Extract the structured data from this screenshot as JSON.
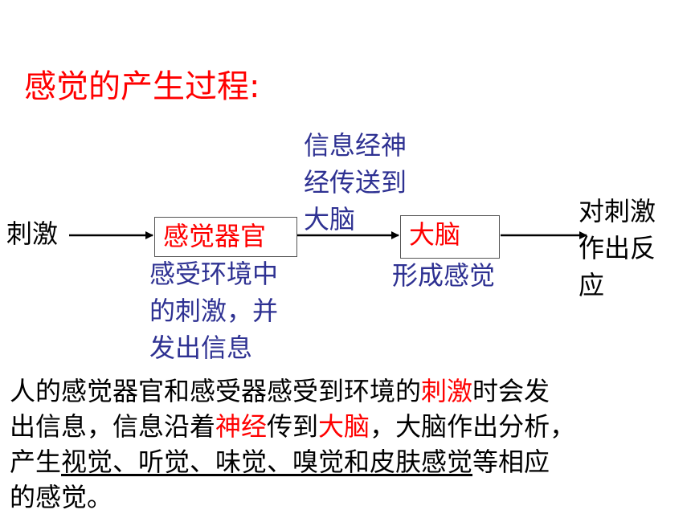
{
  "title": "感觉的产生过程:",
  "diagram": {
    "stimulus": "刺激",
    "organ_box": "感觉器官",
    "organ_desc": [
      "感受环境中",
      "的刺激，并",
      "发出信息"
    ],
    "nerve_desc": [
      "信息经神",
      "经传送到",
      "大脑"
    ],
    "brain_box": "大脑",
    "brain_desc": "形成感觉",
    "response": [
      "对刺激",
      "作出反",
      "应"
    ]
  },
  "paragraph": {
    "line1": {
      "a": "人的感觉器官和感受器感受到环境的",
      "b": "刺激",
      "c": "时会发"
    },
    "line2": {
      "a": "出信息，信息沿着",
      "b": "神经",
      "c": "传到",
      "d": "大脑",
      "e": "，大脑作出分析，"
    },
    "line3": {
      "a": "产生",
      "b": "视觉、听觉、味觉、嗅觉和皮肤感觉",
      "c": "等相应"
    },
    "line4": {
      "a": "的感觉。"
    }
  },
  "colors": {
    "highlight": "#ff0000",
    "blue_text": "#2e3192"
  }
}
